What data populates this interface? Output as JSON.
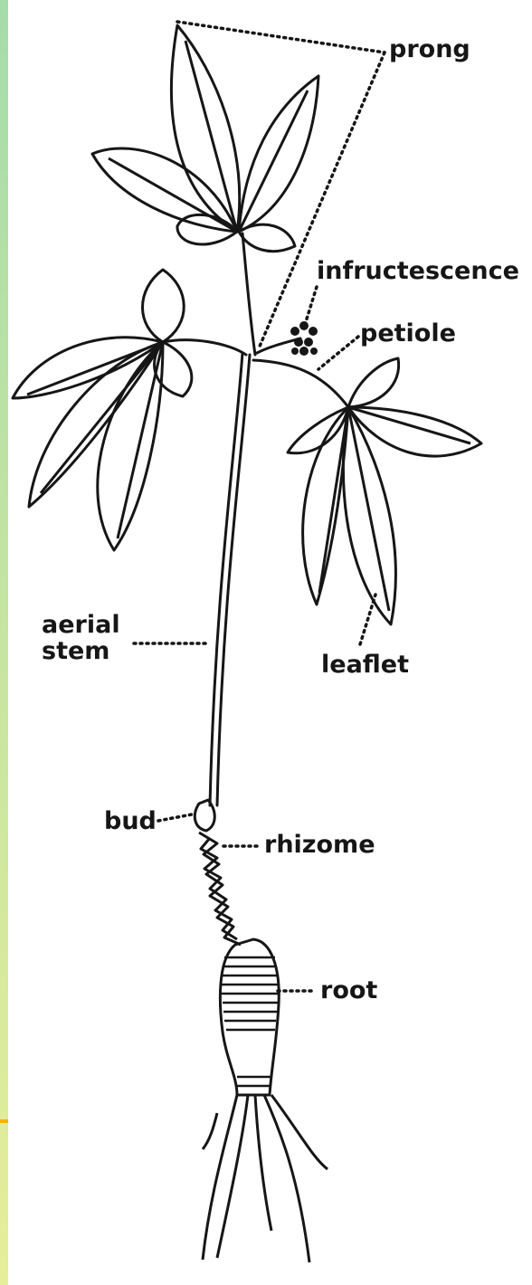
{
  "colors": {
    "ink": "#161616",
    "paper": "#ffffff",
    "sidebar_top": "#a6dcaa",
    "sidebar_bottom": "#e6ee9a",
    "sidebar_tick": "#f2b400"
  },
  "labels": {
    "prong": "prong",
    "infructescence": "infructescence",
    "petiole": "petiole",
    "aerial": "aerial",
    "stem": "stem",
    "leaflet": "leaflet",
    "bud": "bud",
    "rhizome": "rhizome",
    "root": "root"
  }
}
